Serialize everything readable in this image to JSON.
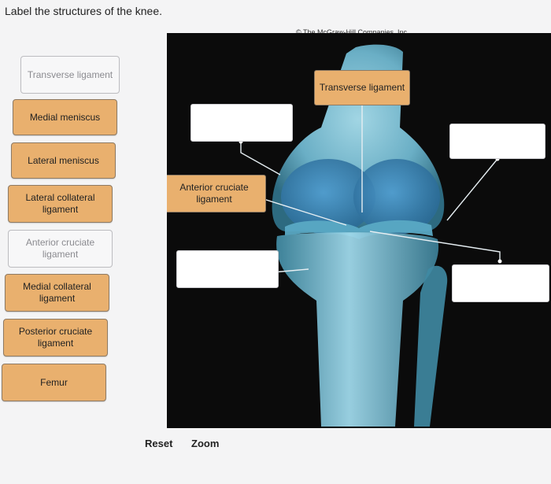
{
  "header": {
    "title": "Label the structures of the knee.",
    "copyright": "© The McGraw-Hill Companies, Inc."
  },
  "label_bank": [
    {
      "text": "Transverse ligament",
      "state": "used"
    },
    {
      "text": "Medial meniscus",
      "state": "available"
    },
    {
      "text": "Lateral meniscus",
      "state": "available"
    },
    {
      "text": "Lateral collateral ligament",
      "state": "available"
    },
    {
      "text": "Anterior cruciate ligament",
      "state": "used"
    },
    {
      "text": "Medial collateral ligament",
      "state": "available"
    },
    {
      "text": "Posterior cruciate ligament",
      "state": "available"
    },
    {
      "text": "Femur",
      "state": "available"
    }
  ],
  "drop_targets": [
    {
      "label": "Transverse ligament"
    },
    {
      "label": ""
    },
    {
      "label": ""
    },
    {
      "label": "Anterior cruciate ligament"
    },
    {
      "label": ""
    },
    {
      "label": ""
    }
  ],
  "controls": {
    "reset": "Reset",
    "zoom": "Zoom"
  },
  "colors": {
    "label_fill": "#e9b06e",
    "bone": "#7fc6dc",
    "background": "#0b0b0b"
  }
}
